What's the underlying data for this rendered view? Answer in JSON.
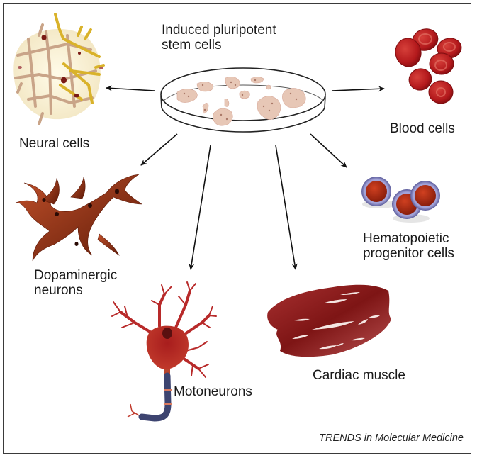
{
  "figure": {
    "source_label": "Induced pluripotent stem cells",
    "source_label_lines": "Induced pluripotent\nstem cells",
    "credit": "TRENDS in Molecular Medicine",
    "targets": [
      {
        "id": "neural",
        "label": "Neural cells"
      },
      {
        "id": "blood",
        "label": "Blood cells"
      },
      {
        "id": "dopaminergic",
        "label": "Dopaminergic\nneurons"
      },
      {
        "id": "hematopoietic",
        "label": "Hematopoietic\nprogenitor cells"
      },
      {
        "id": "motoneurons",
        "label": "Motoneurons"
      },
      {
        "id": "cardiac",
        "label": "Cardiac muscle"
      }
    ],
    "colors": {
      "blood_red": "#b3191c",
      "neural_yellow": "#d9b22a",
      "neural_tan": "#c9a488",
      "dopaminergic_brown": "#8a2e12",
      "hematopoietic_ring": "#7f7fc0",
      "cardiac_red": "#8e1d1d",
      "axon_blue": "#3d4470",
      "arrow": "#111111"
    }
  }
}
